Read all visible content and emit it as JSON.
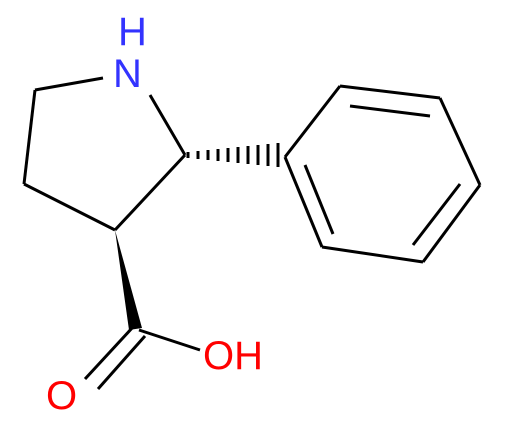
{
  "colors": {
    "bond": "#000000",
    "nitrogen": "#3333ff",
    "oxygen": "#ff0000",
    "background": "#ffffff"
  },
  "atoms": {
    "nitrogen": "N",
    "hydrogen": "H",
    "hydroxyl": "OH",
    "carbonyl_oxygen": "O"
  }
}
